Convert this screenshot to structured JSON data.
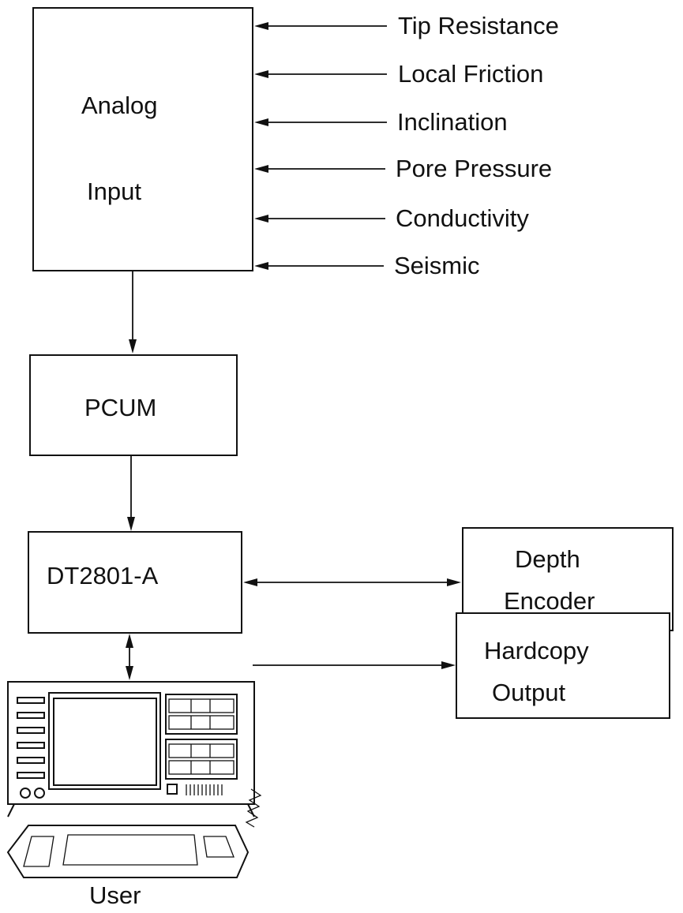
{
  "blocks": {
    "analog_input": {
      "line1": "Analog",
      "line2": "Input"
    },
    "pcum": {
      "label": "PCUM"
    },
    "dt2801": {
      "label": "DT2801-A"
    },
    "depth_encoder": {
      "line1": "Depth",
      "line2": "Encoder"
    },
    "hardcopy_output": {
      "line1": "Hardcopy",
      "line2": "Output"
    }
  },
  "inputs": [
    "Tip Resistance",
    "Local Friction",
    "Inclination",
    "Pore Pressure",
    "Conductivity",
    "Seismic"
  ],
  "computer": {
    "label": "User"
  }
}
